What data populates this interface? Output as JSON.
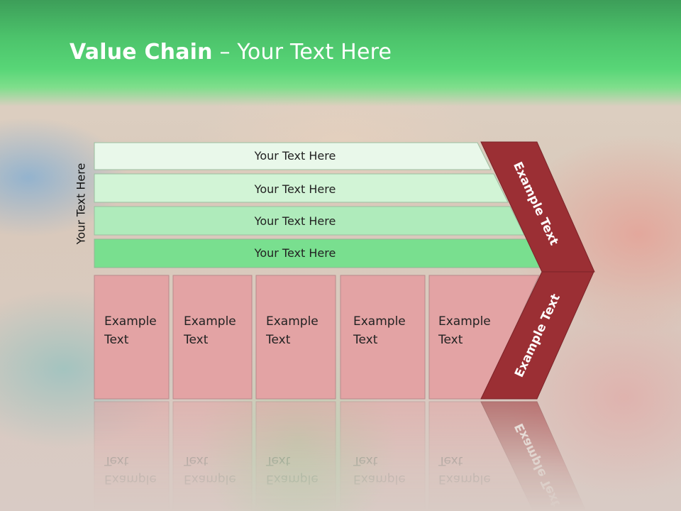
{
  "title": {
    "bold": "Value Chain",
    "rest": " – Your Text Here"
  },
  "side_label": "Your Text Here",
  "rows": [
    {
      "label": "Your Text Here"
    },
    {
      "label": "Your Text Here"
    },
    {
      "label": "Your Text Here"
    },
    {
      "label": "Your Text Here"
    }
  ],
  "boxes": [
    {
      "line1": "Example",
      "line2": "Text"
    },
    {
      "line1": "Example",
      "line2": "Text"
    },
    {
      "line1": "Example",
      "line2": "Text"
    },
    {
      "line1": "Example",
      "line2": "Text"
    },
    {
      "line1": "Example",
      "line2": "Text"
    }
  ],
  "chevron": {
    "upper": "Example Text",
    "lower": "Example Text"
  },
  "colors": {
    "header": "#4cc36b",
    "chevron": "#9b2f34",
    "box": "#e3a3a4",
    "rows": [
      "#e9f8ea",
      "#d2f4d6",
      "#afebbb",
      "#79df8f"
    ]
  }
}
